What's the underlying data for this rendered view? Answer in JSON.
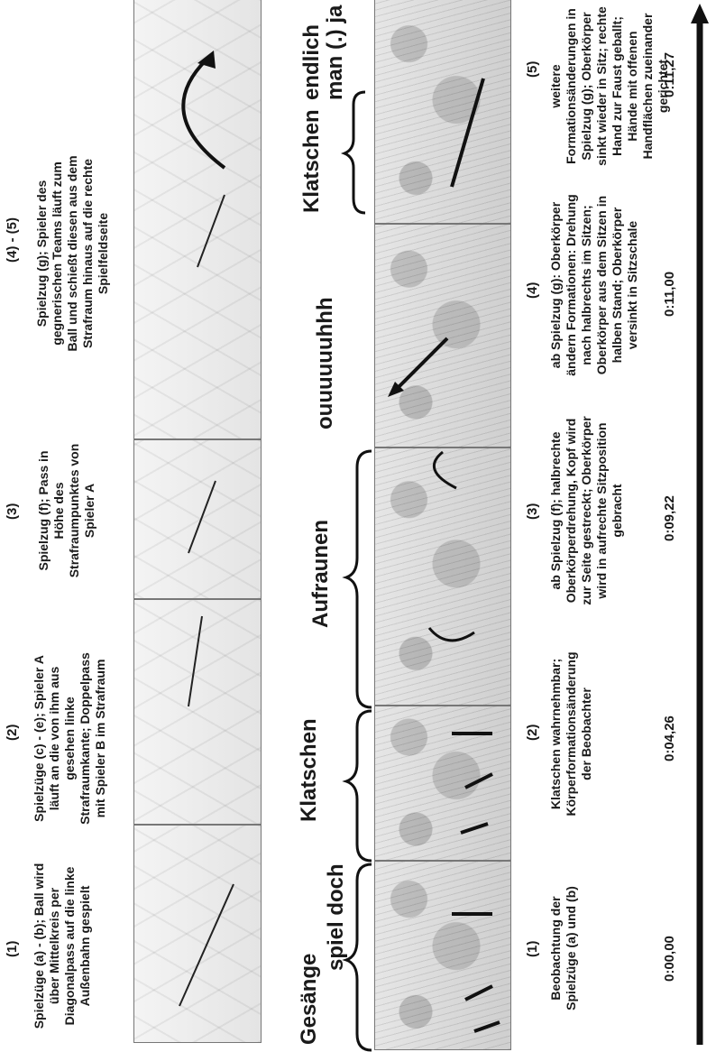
{
  "top": {
    "phases": [
      {
        "label": "(1)",
        "text": "Spielzüge (a) - (b); Ball wird über Mittelkreis per Diagonalpass auf die linke Außenbahn gespielt"
      },
      {
        "label": "(2)",
        "text": "Spielzüge (c) - (e); Spieler A läuft an die von ihm aus gesehen linke Strafraumkante; Doppelpass mit Spieler B im Strafraum"
      },
      {
        "label": "(3)",
        "text": "Spielzug (f); Pass in Höhe des Strafraumpunktes von Spieler A"
      },
      {
        "label": "(4) - (5)",
        "text": "Spielzug (g); Spieler des gegnerischen Teams läuft zum Ball und schießt diesen aus dem Strafraum hinaus auf die rechte Spielfeldseite"
      }
    ]
  },
  "speech": {
    "items": [
      "Gesänge",
      "spiel doch",
      "Klatschen",
      "Aufraunen",
      "ouuuuuuhhh",
      "Klatschen",
      "endlich man (.) ja"
    ]
  },
  "bottom": {
    "phases": [
      {
        "label": "(1)",
        "text": "Beobachtung der Spielzüge (a) und (b)"
      },
      {
        "label": "(2)",
        "text": "Klatschen wahrnehmbar; Körperformationsänderung der Beobachter"
      },
      {
        "label": "(3)",
        "text": "ab Spielzug (f); halbrechte Oberkörperdrehung, Kopf wird zur Seite gestreckt; Oberkörper wird in aufrechte Sitzposition gebracht"
      },
      {
        "label": "(4)",
        "text": "ab Spielzug (g): Oberkörper ändern Formationen: Drehung nach halbrechts im Sitzen; Oberkörper aus dem Sitzen in halben Stand; Oberkörper versinkt in Sitzschale"
      },
      {
        "label": "(5)",
        "text": "weitere Formationsänderungen in Spielzug (g); Oberkörper sinkt wieder in Sitz; rechte Hand zur Faust geballt; Hände mit offenen Handflächen zueinander gerichtet"
      }
    ]
  },
  "timeline": {
    "times": [
      "0:00,00",
      "0:04,26",
      "0:09,22",
      "0:11,00",
      "0:11,27"
    ]
  },
  "colors": {
    "ink": "#1a1a1a",
    "frame": "#777777"
  }
}
